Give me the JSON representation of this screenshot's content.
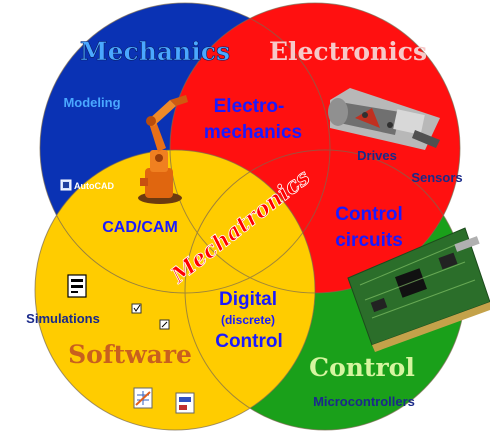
{
  "circles": {
    "mechanics": {
      "label": "Mechanics",
      "fill": "#0a32b4",
      "label_color": "#4aa8ff"
    },
    "electronics": {
      "label": "Electronics",
      "fill": "#ff1010",
      "label_color": "#f7c8c8"
    },
    "software": {
      "label": "Software",
      "fill": "#ffcc00",
      "label_color": "#c8601e"
    },
    "control": {
      "label": "Control",
      "fill": "#1aa01a",
      "label_color": "#d6f5a0"
    }
  },
  "center_label": "Mechatronics",
  "overlaps": {
    "electromechanics_line1": "Electro-",
    "electromechanics_line2": "mechanics",
    "cad_cam": "CAD/CAM",
    "control_circuits_line1": "Control",
    "control_circuits_line2": "circuits",
    "digital_line1": "Digital",
    "digital_line2": "(discrete)",
    "digital_line3": "Control"
  },
  "sub_labels": {
    "modeling": "Modeling",
    "drives": "Drives",
    "sensors": "Sensors",
    "simulations": "Simulations",
    "microcontrollers": "Microcontrollers",
    "autocad": "AutoCAD"
  },
  "colors": {
    "overlap_text": "#1a1aff",
    "sub_text": "#1a2a8a",
    "center_fill": "#ff0000"
  }
}
